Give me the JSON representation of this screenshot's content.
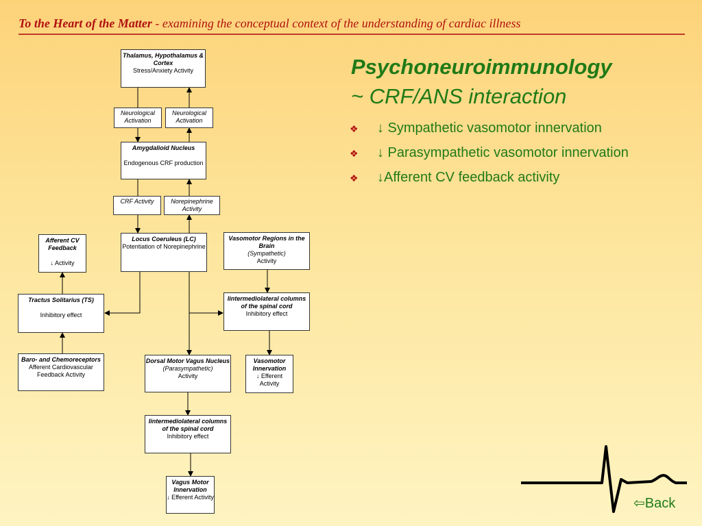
{
  "header": {
    "bold": "To the Heart of the Matter",
    "rest": " - examining the conceptual context of the understanding of cardiac illness"
  },
  "slide": {
    "title": "Psychoneuroimmunology",
    "subtitle": "~ CRF/ANS interaction",
    "bullet_symbol": "❖",
    "bullets": [
      "↓ Sympathetic vasomotor innervation",
      "↓ Parasympathetic vasomotor innervation",
      "↓Afferent CV feedback activity"
    ]
  },
  "diagram": {
    "thalamus": {
      "title": "Thalamus, Hypothalamus & Cortex",
      "text": "Stress/Anxiety Activity"
    },
    "neuro_left": "Neurological Activation",
    "neuro_right": "Neurological Activation",
    "amygdala": {
      "title": "Amygdalioid Nucleus",
      "text": "Endogenous CRF production"
    },
    "crf_activity": "CRF Activity",
    "norepinephrine_activity": "Norepinephrine Activity",
    "afferent_cv": {
      "title": "Afferent CV Feedback",
      "text": "↓ Activity"
    },
    "locus": {
      "title": "Locus Coeruleus (LC)",
      "text": "Potentiation of Norepinephrine"
    },
    "vasomotor_regions": {
      "title": "Vasomotor Regions in the Brain",
      "sub": "(Sympathetic)",
      "text": "Activity"
    },
    "tractus": {
      "title": "Tractus Solitarius (TS)",
      "text": "Inhibitory effect"
    },
    "intermediolateral_right": {
      "title": "Iintermediolateral columns of the spinal cord",
      "text": "Inhibitory effect"
    },
    "baro": {
      "title": "Baro- and Chemoreceptors",
      "text": "Afferent Cardiovascular Feedback Activity"
    },
    "dorsal": {
      "title": "Dorsal Motor Vagus Nucleus",
      "sub": "(Parasympathetic)",
      "text": "Activity"
    },
    "vasomotor_innervation": {
      "title": "Vasomotor Innervation",
      "text": "↓ Efferent Activity"
    },
    "intermediolateral_bottom": {
      "title": "Iintermediolateral columns of the spinal cord",
      "text": "Inhibitory effect"
    },
    "vagus_motor": {
      "title": "Vagus Motor Innervation",
      "text": "↓ Efferent Activity"
    }
  },
  "nav": {
    "back_label": "Back",
    "back_icon": "⇦"
  },
  "colors": {
    "title_green": "#1f7a17",
    "header_red": "#b11010",
    "ecg": "#000000"
  }
}
